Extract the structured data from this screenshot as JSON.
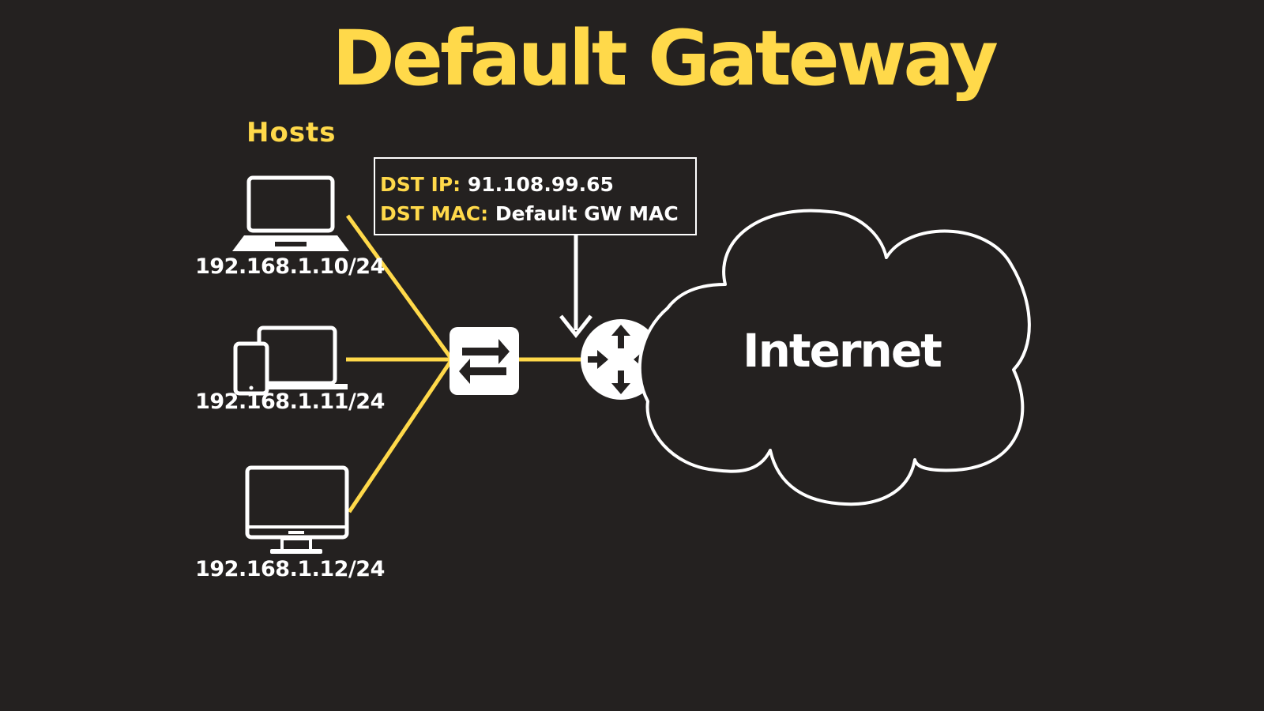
{
  "title": "Default Gateway",
  "hosts_label": "Hosts",
  "hosts": [
    {
      "device": "laptop-icon",
      "ip": "192.168.1.10/24"
    },
    {
      "device": "devices-icon",
      "ip": "192.168.1.11/24"
    },
    {
      "device": "desktop-icon",
      "ip": "192.168.1.12/24"
    }
  ],
  "packet": {
    "dst_ip_label": "DST IP:",
    "dst_ip_value": "91.108.99.65",
    "dst_mac_label": "DST MAC:",
    "dst_mac_value": "Default GW MAC"
  },
  "switch": {
    "icon": "switch-icon"
  },
  "router": {
    "icon": "router-icon"
  },
  "cloud": {
    "label": "Internet",
    "icon": "cloud-icon"
  },
  "colors": {
    "background": "#242120",
    "accent": "#FFD94A",
    "foreground": "#FFFFFF"
  }
}
